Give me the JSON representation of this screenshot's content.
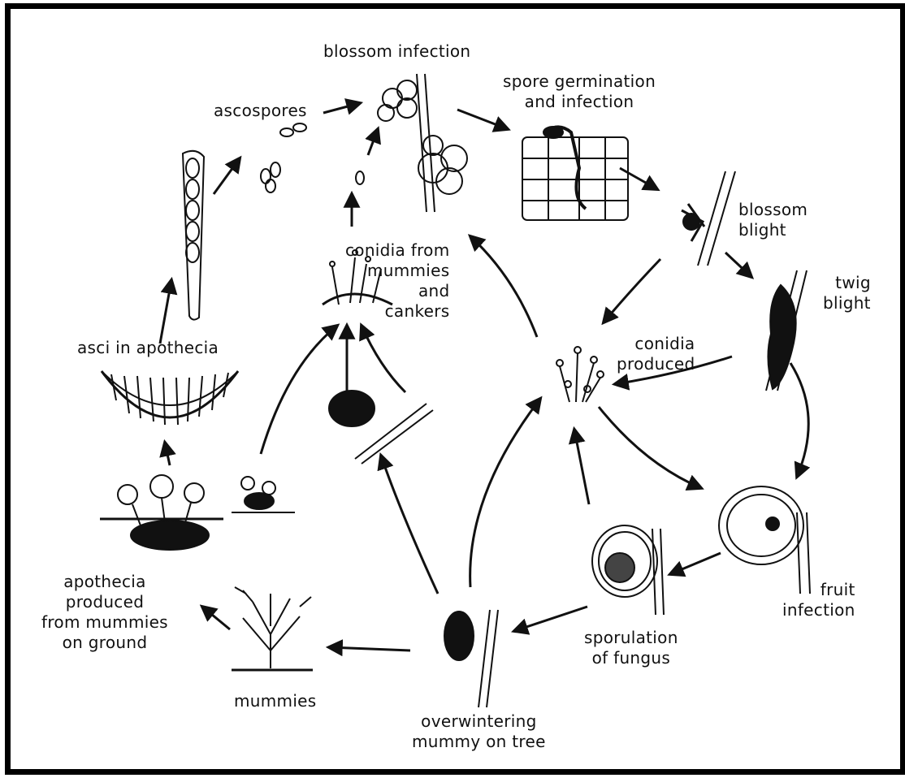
{
  "diagram": {
    "labels": {
      "blossom_infection": "blossom infection",
      "ascospores": "ascospores",
      "spore_germination": [
        "spore germination",
        "and infection"
      ],
      "blossom_blight": [
        "blossom",
        "blight"
      ],
      "twig_blight": [
        "twig",
        "blight"
      ],
      "conidia_from_mummies": [
        "conidia from",
        "mummies",
        "and",
        "cankers"
      ],
      "asci_in_apothecia": "asci in apothecia",
      "conidia_produced": [
        "conidia",
        "produced"
      ],
      "apothecia_produced": [
        "apothecia",
        "produced",
        "from mummies",
        "on ground"
      ],
      "fruit_infection": [
        "fruit",
        "infection"
      ],
      "sporulation": [
        "sporulation",
        "of fungus"
      ],
      "mummies": "mummies",
      "overwintering": [
        "overwintering",
        "mummy on tree"
      ]
    },
    "colors": {
      "ink": "#111111",
      "background": "#ffffff",
      "frame": "#000000"
    }
  }
}
